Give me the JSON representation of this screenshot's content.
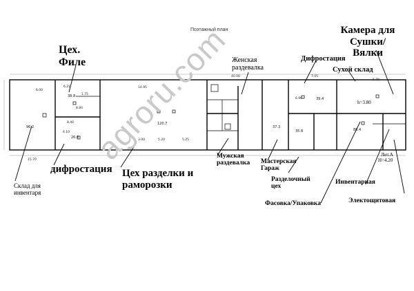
{
  "plan": {
    "title": "Поэтажный план",
    "watermark": "agroru.com",
    "lit": "Лит.А",
    "height": "H=4.20",
    "room_height": "h=3.80"
  },
  "labels": {
    "kamera": "Камера для Сушки/Вялки",
    "fille": "Цех. Филе",
    "zhenskaya": "Женская раздевалка",
    "defrost_top": "Дифростация",
    "suhoi": "Сухой склад",
    "defrost_bottom": "дифростация",
    "razdelka": "Цех разделки и раморозки",
    "muzhskaya": "Мужская раздевалка",
    "masterskaya": "Мастерская Гараж",
    "razdelochny": "Разделочный цех",
    "inventarnaya": "Инвентарная",
    "sklad": "Склад для инвентаря",
    "fasovka": "Фасовка/Упаковка",
    "electro": "Электощитовая"
  },
  "areas": [
    "96.2",
    "26.6",
    "38.8",
    "120.7",
    "37.3",
    "39.4",
    "35.8",
    "88.4"
  ],
  "dims": [
    "6.00",
    "6.21",
    "1.75",
    "14.95",
    "40.00",
    "7.05",
    "5.70",
    "6.90",
    "8.80",
    "3.00",
    "5.20",
    "5.25",
    "8.40",
    "4.10",
    "15.70"
  ]
}
